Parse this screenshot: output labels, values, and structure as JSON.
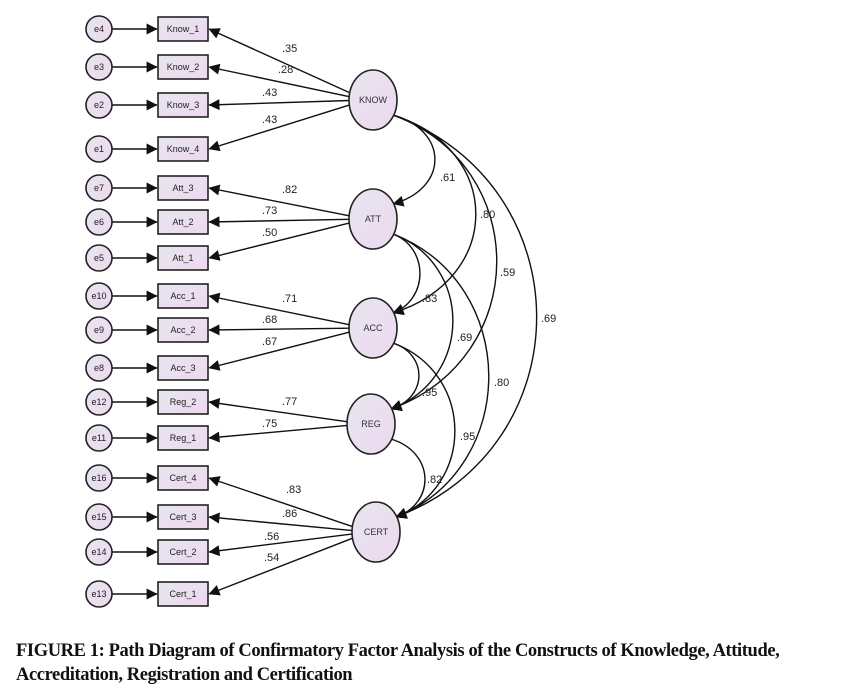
{
  "figure": {
    "type": "cfa-path-diagram",
    "caption": "FIGURE 1: Path Diagram of Confirmatory Factor Analysis of the Constructs of Knowledge, Attitude, Accreditation, Registration and Certification",
    "colors": {
      "node_fill_top": "#e4e4ee",
      "node_fill_bottom": "#eedcf2",
      "stroke": "#222222"
    },
    "latents": [
      {
        "id": "KNOW",
        "label": "KNOW"
      },
      {
        "id": "ATT",
        "label": "ATT"
      },
      {
        "id": "ACC",
        "label": "ACC"
      },
      {
        "id": "REG",
        "label": "REG"
      },
      {
        "id": "CERT",
        "label": "CERT"
      }
    ],
    "indicators": [
      {
        "label": "Know_1",
        "error": "e4",
        "factor": "KNOW",
        "loading": ".35"
      },
      {
        "label": "Know_2",
        "error": "e3",
        "factor": "KNOW",
        "loading": ".28"
      },
      {
        "label": "Know_3",
        "error": "e2",
        "factor": "KNOW",
        "loading": ".43"
      },
      {
        "label": "Know_4",
        "error": "e1",
        "factor": "KNOW",
        "loading": ".43"
      },
      {
        "label": "Att_3",
        "error": "e7",
        "factor": "ATT",
        "loading": ".82"
      },
      {
        "label": "Att_2",
        "error": "e6",
        "factor": "ATT",
        "loading": ".73"
      },
      {
        "label": "Att_1",
        "error": "e5",
        "factor": "ATT",
        "loading": ".50"
      },
      {
        "label": "Acc_1",
        "error": "e10",
        "factor": "ACC",
        "loading": ".71"
      },
      {
        "label": "Acc_2",
        "error": "e9",
        "factor": "ACC",
        "loading": ".68"
      },
      {
        "label": "Acc_3",
        "error": "e8",
        "factor": "ACC",
        "loading": ".67"
      },
      {
        "label": "Reg_2",
        "error": "e12",
        "factor": "REG",
        "loading": ".77"
      },
      {
        "label": "Reg_1",
        "error": "e11",
        "factor": "REG",
        "loading": ".75"
      },
      {
        "label": "Cert_4",
        "error": "e16",
        "factor": "CERT",
        "loading": ".83"
      },
      {
        "label": "Cert_3",
        "error": "e15",
        "factor": "CERT",
        "loading": ".86"
      },
      {
        "label": "Cert_2",
        "error": "e14",
        "factor": "CERT",
        "loading": ".56"
      },
      {
        "label": "Cert_1",
        "error": "e13",
        "factor": "CERT",
        "loading": ".54"
      }
    ],
    "covariances": [
      {
        "from": "KNOW",
        "to": "ATT",
        "value": ".61"
      },
      {
        "from": "KNOW",
        "to": "ACC",
        "value": ".80"
      },
      {
        "from": "KNOW",
        "to": "REG",
        "value": ".59"
      },
      {
        "from": "KNOW",
        "to": "CERT",
        "value": ".69"
      },
      {
        "from": "ATT",
        "to": "ACC",
        "value": ".83"
      },
      {
        "from": "ATT",
        "to": "REG",
        "value": ".69"
      },
      {
        "from": "ATT",
        "to": "CERT",
        "value": ".80"
      },
      {
        "from": "ACC",
        "to": "REG",
        "value": ".95"
      },
      {
        "from": "ACC",
        "to": "CERT",
        "value": ".95"
      },
      {
        "from": "REG",
        "to": "CERT",
        "value": ".82"
      }
    ]
  }
}
